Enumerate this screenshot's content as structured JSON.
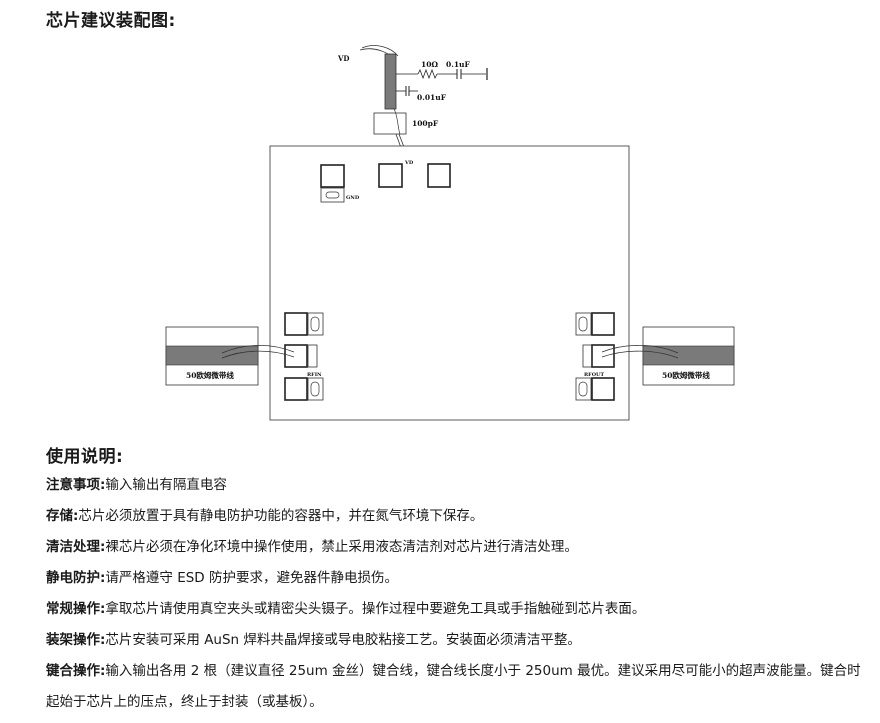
{
  "assembly": {
    "title": "芯片建议装配图:",
    "diagram": {
      "vd_top": "VD",
      "resistor": "10Ω",
      "cap1": "0.1uF",
      "cap2": "0.01uF",
      "cap3": "100pF",
      "vd_inner": "VD",
      "gnd": "GND",
      "rfin": "RFIN",
      "rfout": "RFOUT",
      "line_left": "50欧姆微带线",
      "line_right": "50欧姆微带线"
    }
  },
  "usage": {
    "title": "使用说明:",
    "notes": [
      {
        "label": "注意事项",
        "sep": ":",
        "text": "输入输出有隔直电容"
      },
      {
        "label": "存储",
        "sep": ":",
        "text": "芯片必须放置于具有静电防护功能的容器中，并在氮气环境下保存。"
      },
      {
        "label": "清洁处理",
        "sep": ":",
        "text": "裸芯片必须在净化环境中操作使用，禁止采用液态清洁剂对芯片进行清洁处理。"
      },
      {
        "label": "静电防护",
        "sep": ":",
        "text": "请严格遵守 ESD 防护要求，避免器件静电损伤。"
      },
      {
        "label": "常规操作",
        "sep": ":",
        "text": "拿取芯片请使用真空夹头或精密尖头镊子。操作过程中要避免工具或手指触碰到芯片表面。"
      },
      {
        "label": "装架操作",
        "sep": ":",
        "text": "芯片安装可采用 AuSn 焊料共晶焊接或导电胶粘接工艺。安装面必须清洁平整。"
      },
      {
        "label": "键合操作",
        "sep": ":",
        "text": "输入输出各用 2 根（建议直径 25um 金丝）键合线，键合线长度小于 250um 最优。建议采用尽可能小的超声波能量。键合时起始于芯片上的压点，终止于封装（或基板）。"
      }
    ]
  }
}
